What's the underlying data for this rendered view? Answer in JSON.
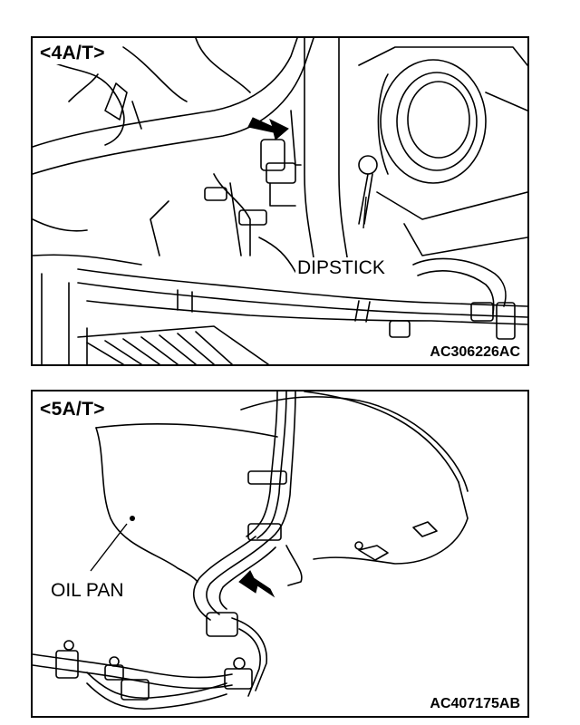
{
  "figures": [
    {
      "label": "<4A/T>",
      "callout": "DIPSTICK",
      "code": "AC306226AC"
    },
    {
      "label": "<5A/T>",
      "callout": "OIL PAN",
      "code": "AC407175AB"
    }
  ],
  "colors": {
    "line": "#000000",
    "background": "#ffffff"
  },
  "icons": [
    "pointer-arrow-icon"
  ]
}
